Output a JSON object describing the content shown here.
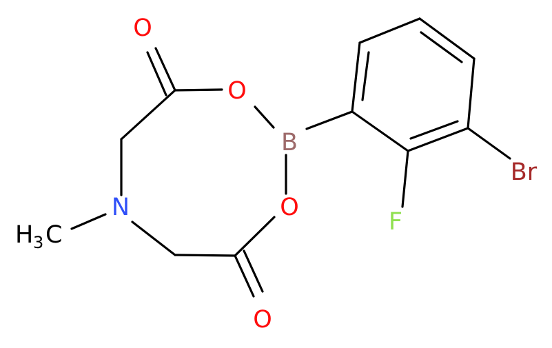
{
  "molecule": {
    "atoms": {
      "o_top": {
        "label": "O",
        "color": "#ff0d0d"
      },
      "o_ring_top": {
        "label": "O",
        "color": "#ff0d0d"
      },
      "boron": {
        "label": "B",
        "color": "#9e6b6b"
      },
      "o_ring_bottom": {
        "label": "O",
        "color": "#ff0d0d"
      },
      "o_bottom": {
        "label": "O",
        "color": "#ff0d0d"
      },
      "nitrogen": {
        "label": "N",
        "color": "#3050f8"
      },
      "methyl": {
        "label": "H",
        "sub": "3",
        "label2": "C",
        "color": "#000000"
      },
      "fluorine": {
        "label": "F",
        "color": "#90e050"
      },
      "bromine": {
        "label": "Br",
        "color": "#a62929"
      }
    },
    "bond_color": "#000000"
  }
}
